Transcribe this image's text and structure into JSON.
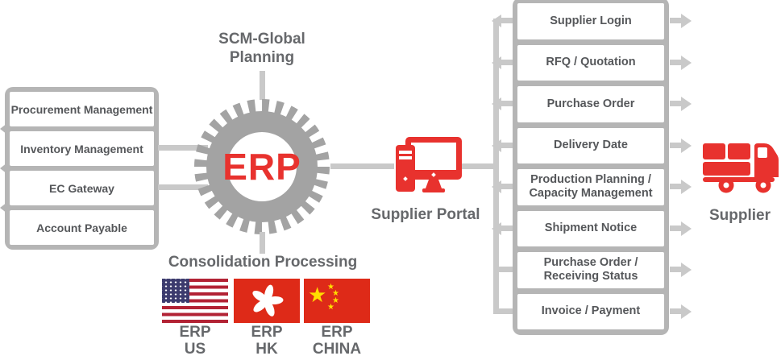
{
  "colors": {
    "icon_red": "#e8322e",
    "line_gray": "#c9c9c9",
    "panel_gray": "#b5b5b5",
    "gear_gray": "#a3a3a3",
    "box_text": "#55575a",
    "label_text": "#66686b",
    "us_flag_red": "#b22234",
    "us_flag_blue": "#3c3b6e",
    "cn_flag_red": "#de2a18",
    "star_yellow": "#ffde00"
  },
  "left_panel": {
    "items": [
      "Procurement Management",
      "Inventory Management",
      "EC Gateway",
      "Account Payable"
    ]
  },
  "gear": {
    "label": "ERP"
  },
  "scm": {
    "line1": "SCM-Global",
    "line2": "Planning"
  },
  "consolidation": {
    "label": "Consolidation Processing"
  },
  "erp_instances": [
    {
      "flag": "us-flag",
      "line1": "ERP",
      "line2": "US"
    },
    {
      "flag": "hk-flag",
      "line1": "ERP",
      "line2": "HK"
    },
    {
      "flag": "china-flag",
      "line1": "ERP",
      "line2": "CHINA"
    }
  ],
  "supplier_portal": {
    "label": "Supplier Portal"
  },
  "right_panel": {
    "items": [
      "Supplier Login",
      "RFQ / Quotation",
      "Purchase Order",
      "Delivery Date",
      "Production Planning / Capacity Management",
      "Shipment Notice",
      "Purchase Order / Receiving Status",
      "Invoice / Payment"
    ]
  },
  "supplier": {
    "label": "Supplier"
  }
}
